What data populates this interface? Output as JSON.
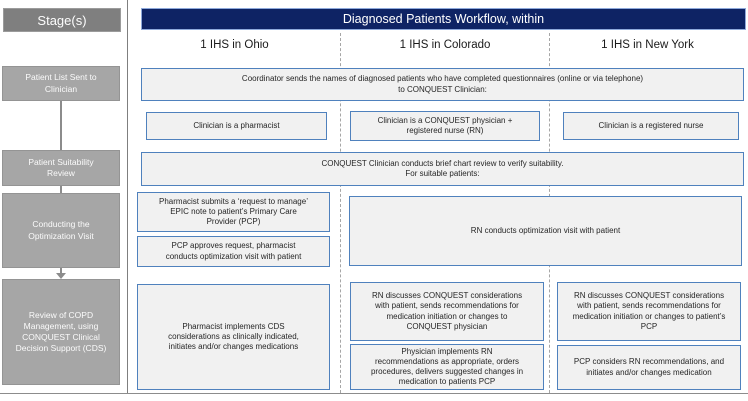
{
  "colors": {
    "header_navy": "#0e2364",
    "header_navy_border": "#8ea9db",
    "workflow_box_border": "#4f81bd",
    "workflow_box_fill": "#f1f1f1",
    "stage_header_fill": "#7f7f7f",
    "stage_box_fill": "#a6a6a6",
    "separator_gray": "#7f7f7f"
  },
  "stages": {
    "header": "Stage(s)",
    "items": [
      {
        "label": "Patient List Sent to\nClinician"
      },
      {
        "label": "Patient Suitability\nReview"
      },
      {
        "label": "Conducting the\nOptimization Visit"
      },
      {
        "label": "Review of COPD\nManagement, using\nCONQUEST Clinical\nDecision Support (CDS)"
      }
    ]
  },
  "workflow": {
    "title": "Diagnosed Patients Workflow, within",
    "columns": [
      {
        "label": "1 IHS in Ohio"
      },
      {
        "label": "1 IHS in Colorado"
      },
      {
        "label": "1 IHS in New York"
      }
    ],
    "boxes": {
      "coordinator": "Coordinator sends the names of diagnosed patients who have completed questionnaires (online or via telephone)\nto CONQUEST Clinician:",
      "clinician_ohio": "Clinician is a pharmacist",
      "clinician_colorado": "Clinician is a CONQUEST physician +\nregistered nurse (RN)",
      "clinician_newyork": "Clinician is a registered nurse",
      "suitability": "CONQUEST Clinician conducts brief chart review to verify suitability.\nFor suitable patients:",
      "ohio_step1": "Pharmacist submits a ‘request to manage’\nEPIC note to patient’s Primary Care\nProvider (PCP)",
      "ohio_step2": "PCP approves request, pharmacist\nconducts optimization visit with patient",
      "colorado_newyork_step": "RN conducts optimization visit with patient",
      "ohio_step3": "Pharmacist implements CDS\nconsiderations as clinically indicated,\ninitiates and/or changes medications",
      "colorado_step1": "RN discusses CONQUEST considerations\nwith patient, sends recommendations for\nmedication initiation or changes to\nCONQUEST physician",
      "colorado_step2": "Physician implements RN\nrecommendations as appropriate, orders\nprocedures, delivers suggested changes in\nmedication to patients PCP",
      "newyork_step1": "RN discusses CONQUEST considerations\nwith patient, sends recommendations for\nmedication initiation or changes to patient’s\nPCP",
      "newyork_step2": "PCP considers RN recommendations, and\ninitiates and/or changes medication"
    }
  }
}
